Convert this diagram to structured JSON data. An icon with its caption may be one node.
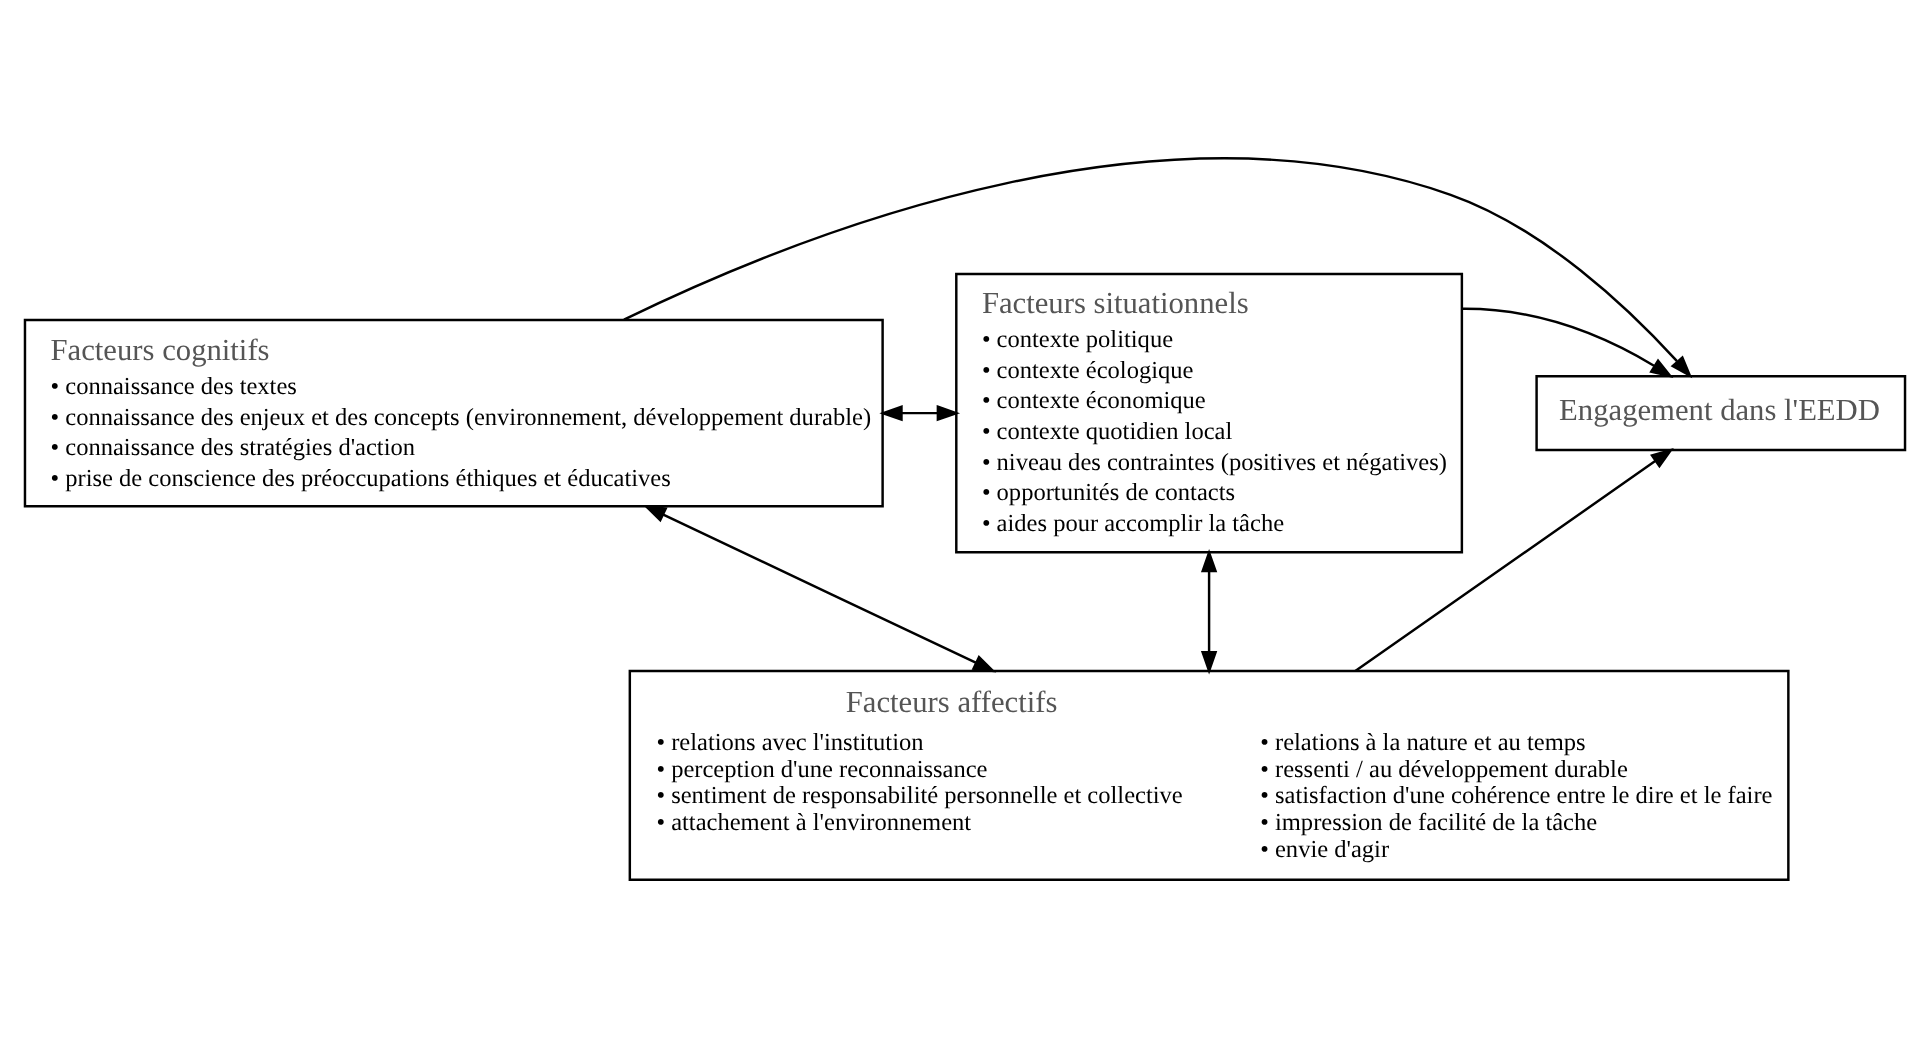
{
  "diagram": {
    "nodes": [
      {
        "text": [
          "Facteurs cognitifs",
          "• connaissance des textes",
          "• connaissance des enjeux et des concepts (environnement, développement durable)",
          "• connaissance des stratégies d'action",
          "• prise de conscience des préoccupations éthiques et éducatives"
        ]
      },
      {
        "text": [
          "Facteurs situationnels",
          "• contexte politique",
          "• contexte écologique",
          "• contexte économique",
          "• contexte quotidien local",
          "• niveau des contraintes (positives et négatives)",
          "• opportunités de contacts",
          "• aides pour accomplir la tâche"
        ]
      },
      {
        "text": [
          "Engagement dans l'EEDD"
        ]
      },
      {
        "text": [
          "Facteurs affectifs",
          "• relations avec l'institution",
          "• perception d'une reconnaissance",
          "• sentiment de responsabilité personnelle et collective",
          "• attachement à l'environnement",
          "• relations à la nature et au temps",
          "• ressenti / au développement durable",
          "• satisfaction d'une cohérence entre le dire et le faire",
          "• impression de facilité de la tâche",
          "• envie d'agir"
        ]
      }
    ],
    "edges": [
      {
        "from": 0,
        "to": 1,
        "arrow": "both"
      },
      {
        "from": 0,
        "to": 2,
        "arrow": "to"
      },
      {
        "from": 1,
        "to": 2,
        "arrow": "to"
      },
      {
        "from": 3,
        "to": 2,
        "arrow": "to"
      },
      {
        "from": 0,
        "to": 3,
        "arrow": "both"
      },
      {
        "from": 1,
        "to": 3,
        "arrow": "both"
      }
    ]
  }
}
